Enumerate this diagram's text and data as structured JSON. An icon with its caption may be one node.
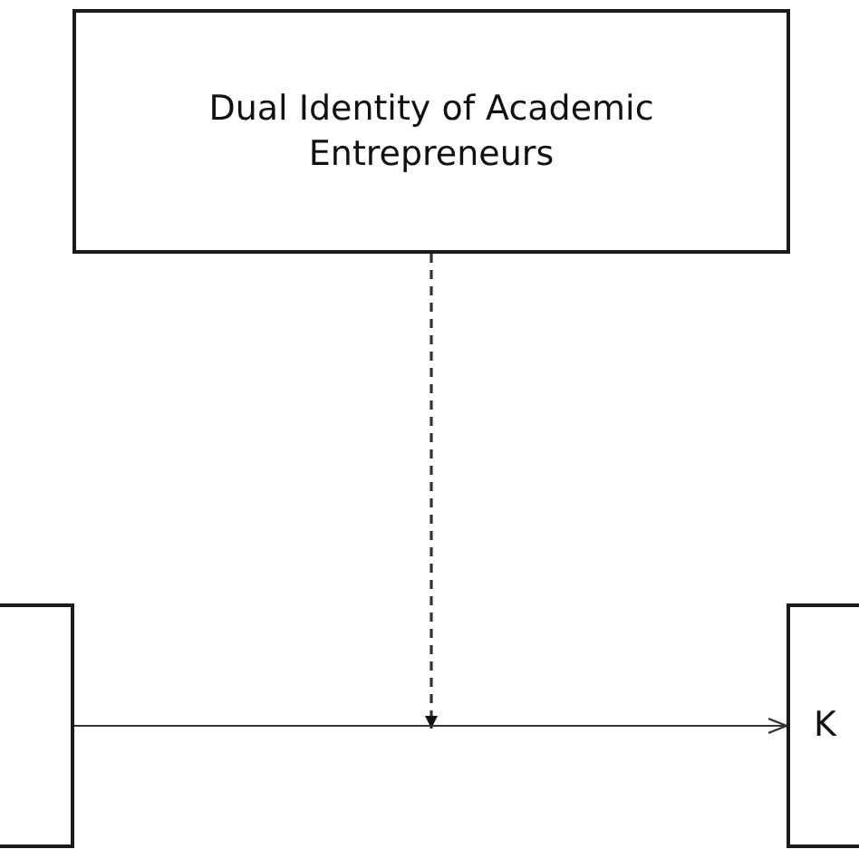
{
  "diagram": {
    "nodes": [
      {
        "text": [
          "Dual Identity of Academic Entrepreneurs"
        ]
      },
      {
        "text": [],
        "shape": "box"
      },
      {
        "text": [
          "K"
        ]
      }
    ],
    "edges": [
      {
        "from": 0,
        "to": null,
        "arrow": "to",
        "style": "dashed"
      },
      {
        "from": 1,
        "to": 2,
        "arrow": "to"
      }
    ]
  }
}
